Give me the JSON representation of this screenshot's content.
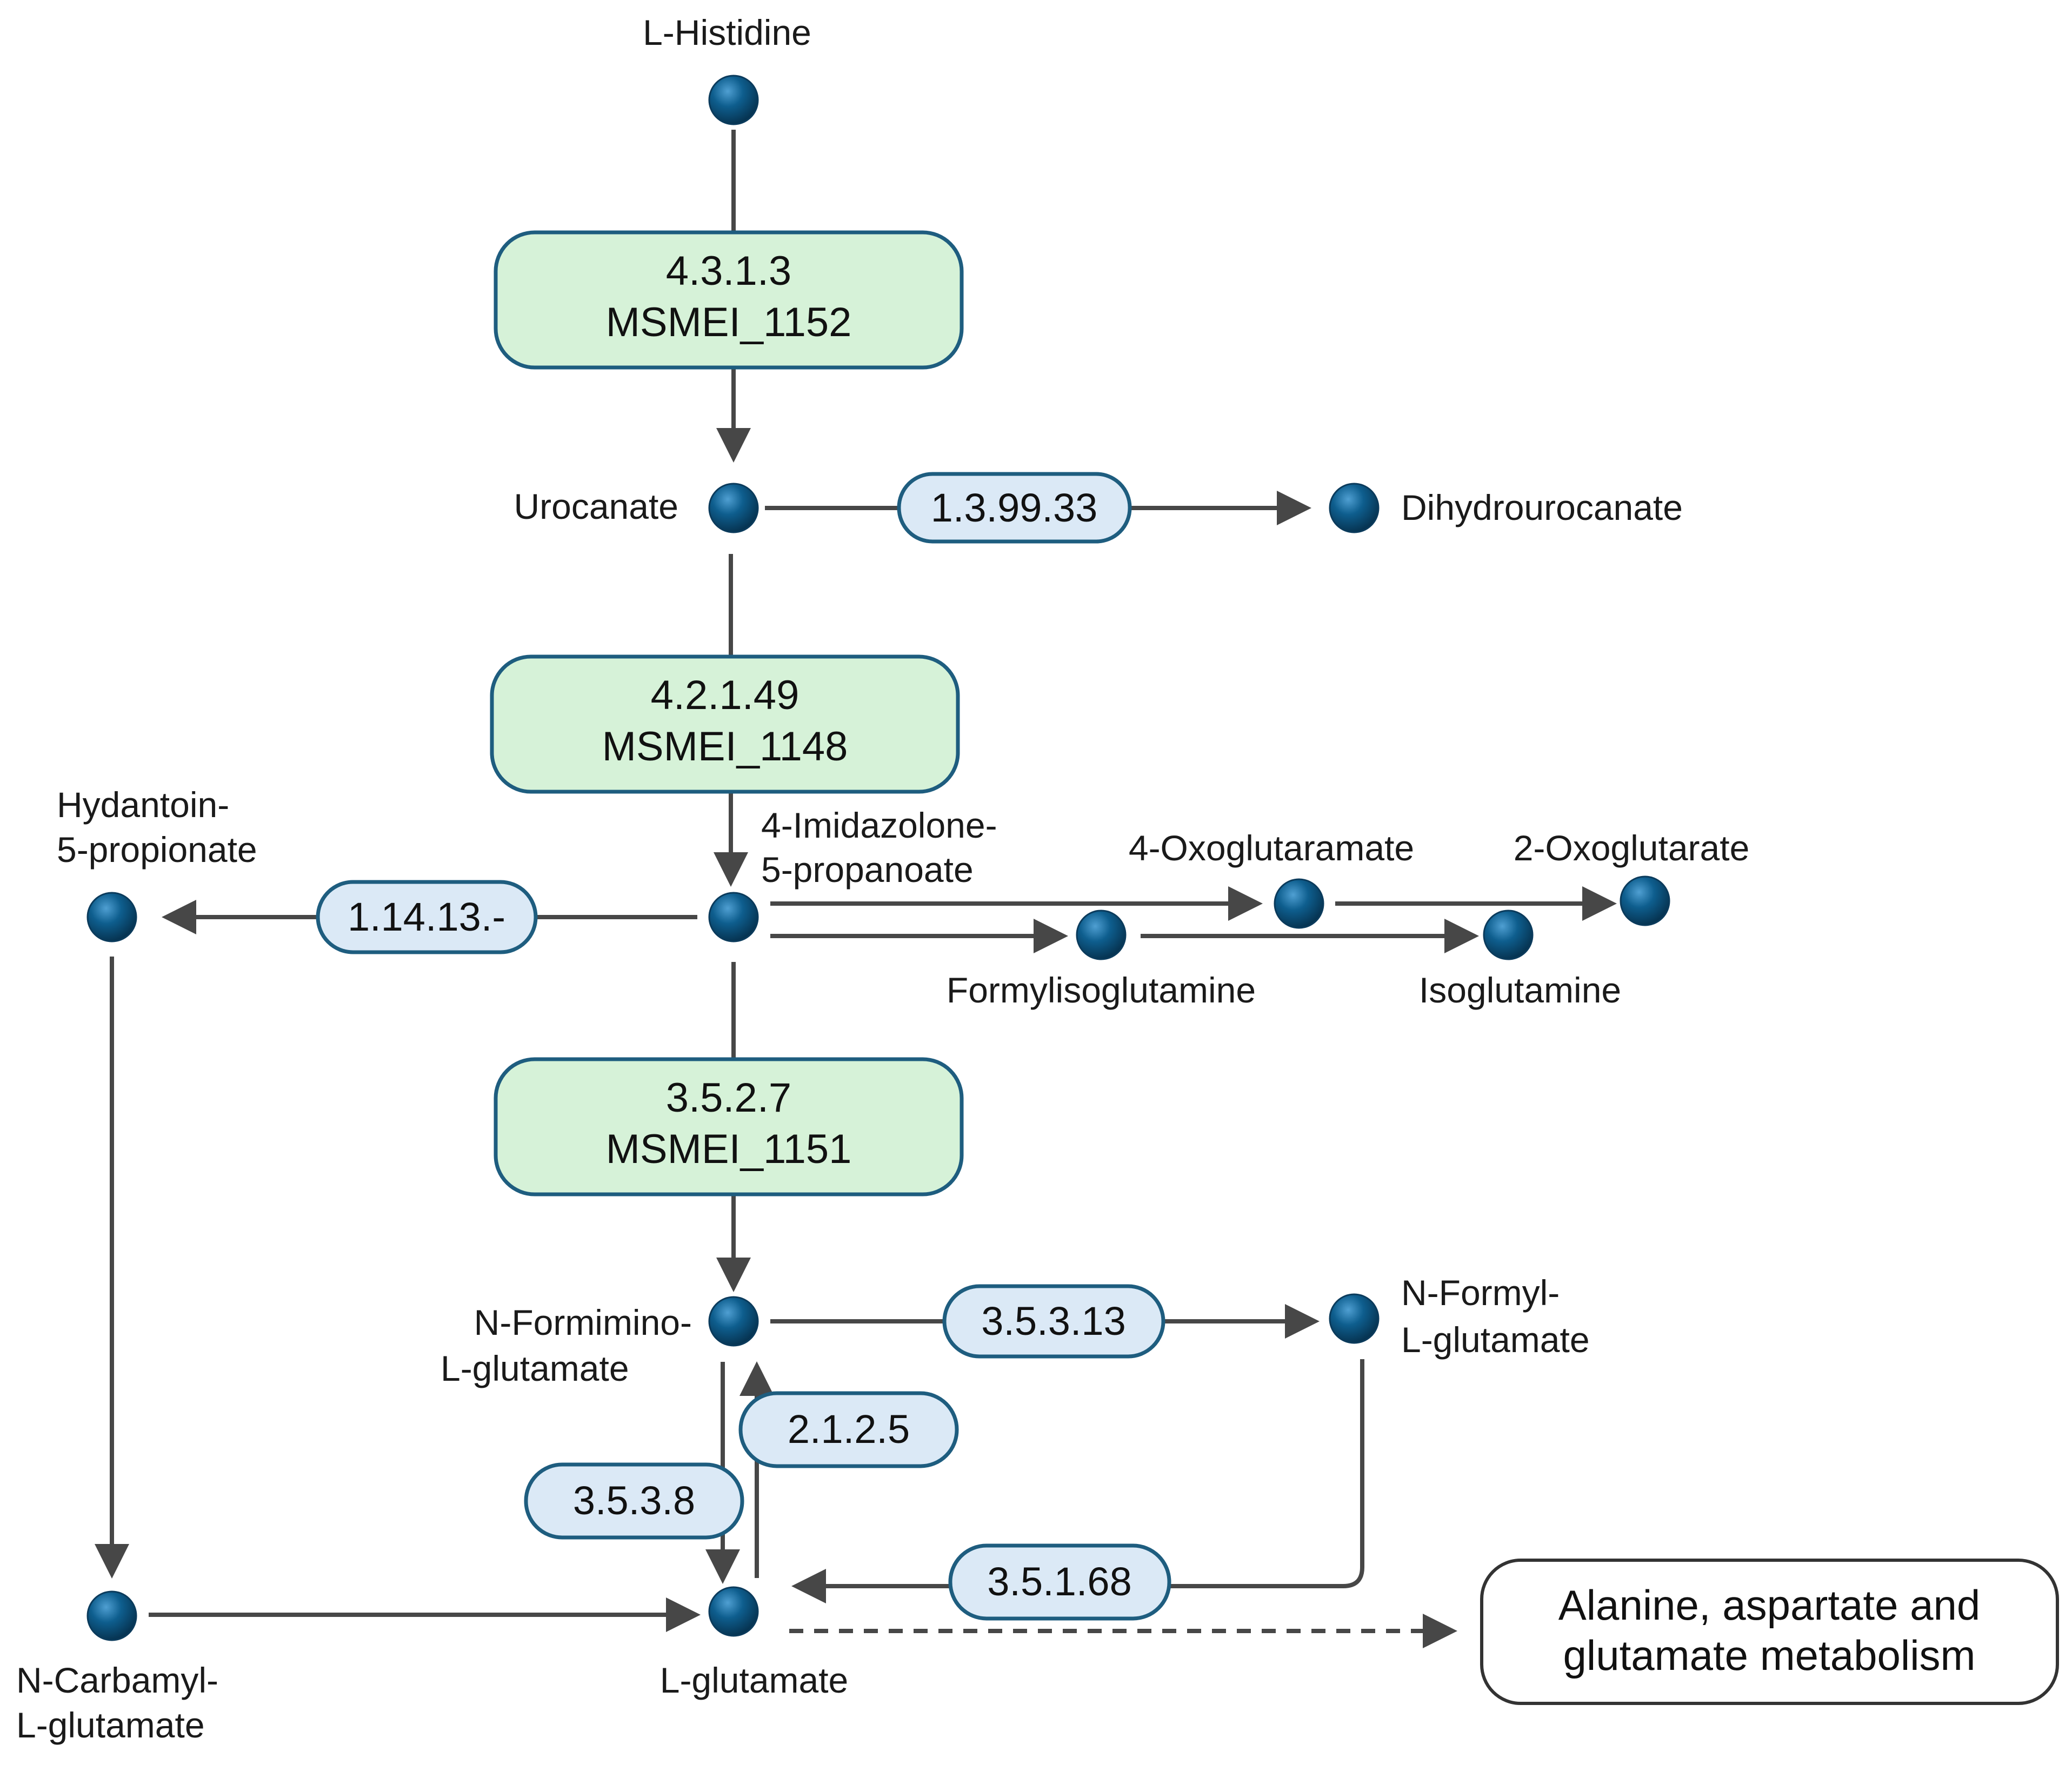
{
  "metabolites": {
    "l_histidine": "L-Histidine",
    "urocanate": "Urocanate",
    "dihydrourocanate": "Dihydrourocanate",
    "imidazolone_propanoate": [
      "4-Imidazolone-",
      "5-propanoate"
    ],
    "hydantoin_propionate": [
      "Hydantoin-",
      "5-propionate"
    ],
    "oxoglutaramate": "4-Oxoglutaramate",
    "oxoglutarate": "2-Oxoglutarate",
    "formylisoglutamine": "Formylisoglutamine",
    "isoglutamine": "Isoglutamine",
    "n_formimino_l_glutamate": [
      "N-Formimino-",
      "L-glutamate"
    ],
    "n_formyl_l_glutamate": [
      "N-Formyl-",
      "L-glutamate"
    ],
    "n_carbamyl_l_glutamate": [
      "N-Carbamyl-",
      "L-glutamate"
    ],
    "l_glutamate": "L-glutamate"
  },
  "enzymes": {
    "histidase": {
      "ec": "4.3.1.3",
      "gene": "MSMEI_1152"
    },
    "urocanase": {
      "ec": "4.2.1.49",
      "gene": "MSMEI_1148"
    },
    "imidazolonepropionase": {
      "ec": "3.5.2.7",
      "gene": "MSMEI_1151"
    }
  },
  "ec_numbers": {
    "urocanate_reductase": "1.3.99.33",
    "hydantoin_oxidase": "1.14.13.-",
    "formiminoglutamate_deiminase": "3.5.3.13",
    "glutamate_formimidoyltransferase": "2.1.2.5",
    "formiminoglutamase": "3.5.3.8",
    "formylglutamate_deformylase": "3.5.1.68"
  },
  "pathway_link": [
    "Alanine, aspartate and",
    "glutamate metabolism"
  ],
  "colors": {
    "node": "#0e5e8e",
    "enzyme_fill": "#d6f2d8",
    "ec_fill": "#dbe9f6",
    "box_stroke": "#1e5d7f",
    "arrow": "#474747"
  }
}
